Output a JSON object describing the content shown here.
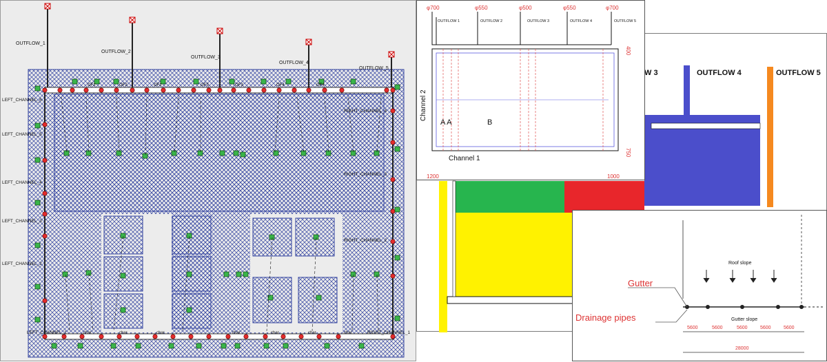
{
  "left": {
    "outflows": [
      "OUTFLOW_1",
      "OUTFLOW_2",
      "OUTFLOW_3",
      "OUTFLOW_4",
      "OUTFLOW_5"
    ],
    "left_channels": [
      "LEFT_CHANNEL_6",
      "LEFT_CHANNEL_5",
      "LEFT_CHANNEL_4",
      "LEFT_CHANNEL_3",
      "LEFT_CHANNEL_2"
    ],
    "right_channels": [
      "RIGHT_CHANNEL_4",
      "RIGHT_CHANNEL_3",
      "RIGHT_CHANNEL_2"
    ],
    "bottom_left": "LEFT_CHANNEL_1",
    "bottom_right": "RIGHT_CHANNEL_1",
    "top_labels": [
      "OF2",
      "OF2",
      "OF2",
      "OF3",
      "OF3",
      "OF4",
      "OF4"
    ],
    "bottom_labels": [
      "char",
      "char",
      "char",
      "char",
      "char",
      "char",
      "char"
    ]
  },
  "colors": {
    "title_partial": "W 3",
    "outflow4": "OUTFLOW 4",
    "outflow5": "OUTFLOW 5",
    "blue": "#4b4ecb",
    "orange": "#f5891f",
    "yellow": "#fff200",
    "green": "#27b54e",
    "red": "#e8262b"
  },
  "channel": {
    "dims_top": [
      "φ700",
      "φ550",
      "φ500",
      "φ550",
      "φ700"
    ],
    "outflows": [
      "OUTFLOW 1",
      "OUTFLOW 2",
      "OUTFLOW 3",
      "OUTFLOW 4",
      "OUTFLOW 5"
    ],
    "channel1": "Channel 1",
    "channel2": "Channel 2",
    "zone_a": "A A",
    "zone_b": "B",
    "dim_left": "1200",
    "dim_right": "1000",
    "dim_r_top": "400",
    "dim_r_bottom": "750"
  },
  "gutter": {
    "gutter": "Gutter",
    "drainage": "Drainage pipes",
    "roof_slope": "Roof slope",
    "gutter_slope": "Gutter slope",
    "dims": [
      "5600",
      "5600",
      "5600",
      "5600",
      "5600"
    ],
    "total": "28000"
  }
}
